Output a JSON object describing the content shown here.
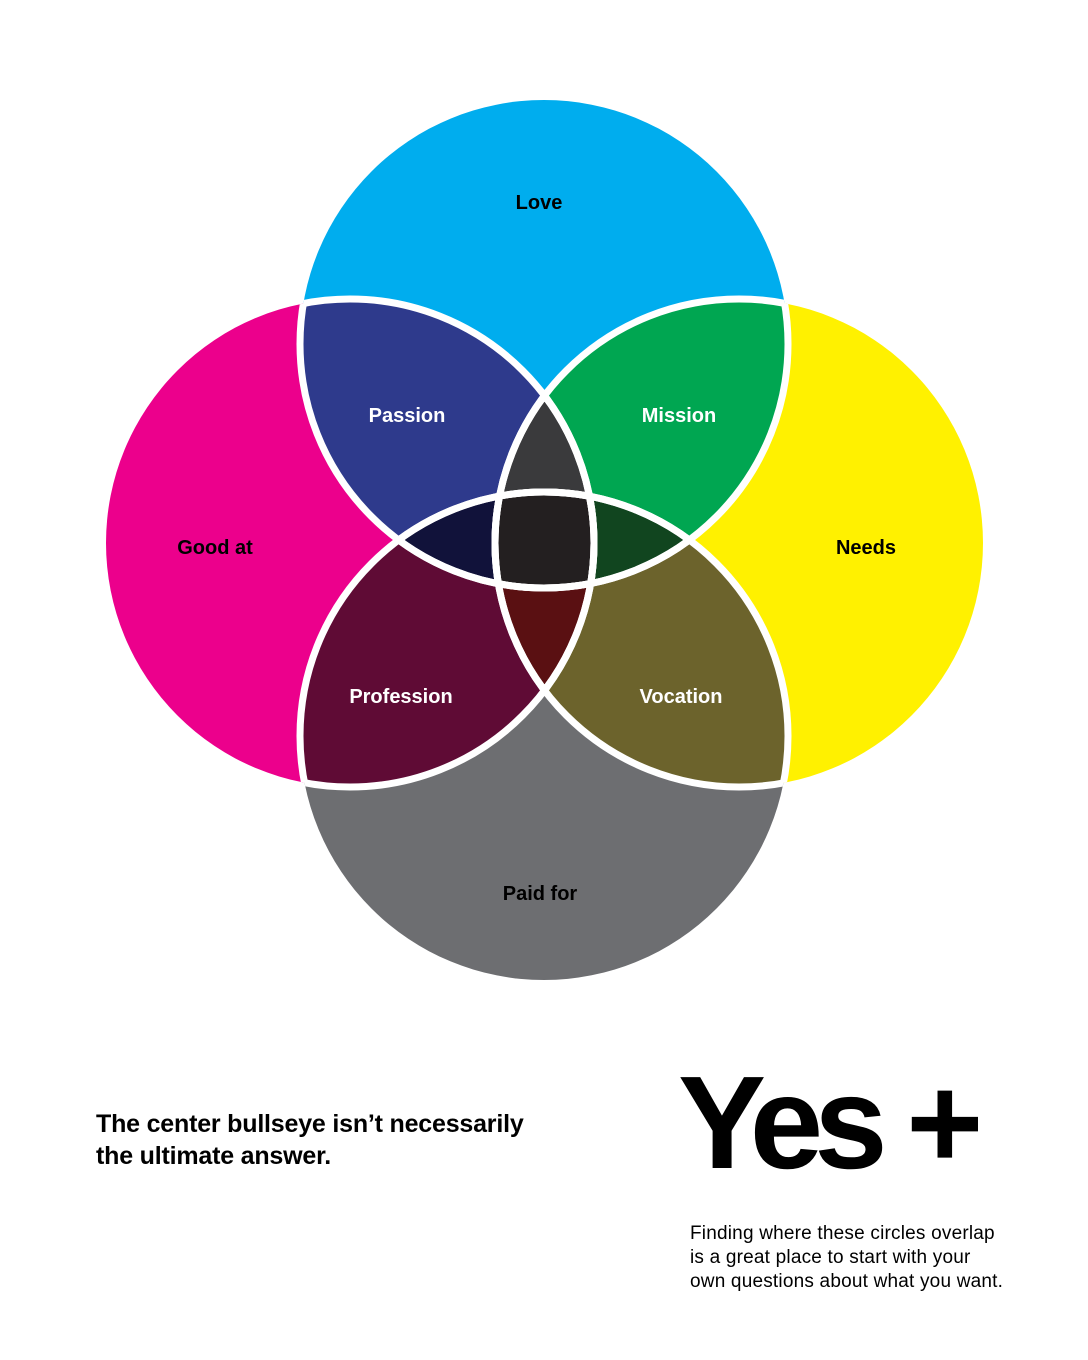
{
  "diagram": {
    "circles": [
      {
        "key": "love",
        "label": "Love",
        "color": "#00adee"
      },
      {
        "key": "good_at",
        "label": "Good at",
        "color": "#ec008c"
      },
      {
        "key": "needs",
        "label": "Needs",
        "color": "#fff100"
      },
      {
        "key": "paid_for",
        "label": "Paid for",
        "color": "#6d6e71"
      }
    ],
    "overlaps": [
      {
        "key": "passion",
        "label": "Passion",
        "color": "#2e3a8c"
      },
      {
        "key": "mission",
        "label": "Mission",
        "color": "#00a651"
      },
      {
        "key": "profession",
        "label": "Profession",
        "color": "#5f0b35"
      },
      {
        "key": "vocation",
        "label": "Vocation",
        "color": "#6c632c"
      }
    ],
    "triple_colors": {
      "top": "#3a3a3c",
      "left": "#11123a",
      "right": "#11451f",
      "bottom": "#5a1012"
    },
    "center_color": "#231f20",
    "stroke_color": "#ffffff"
  },
  "tagline": {
    "line1": "The center bullseye isn’t necessarily",
    "line2": "the ultimate answer."
  },
  "headline": "Yes +",
  "body": {
    "line1": "Finding where these circles overlap",
    "line2": "is a great place to start with your",
    "line3": "own questions about what you want."
  }
}
